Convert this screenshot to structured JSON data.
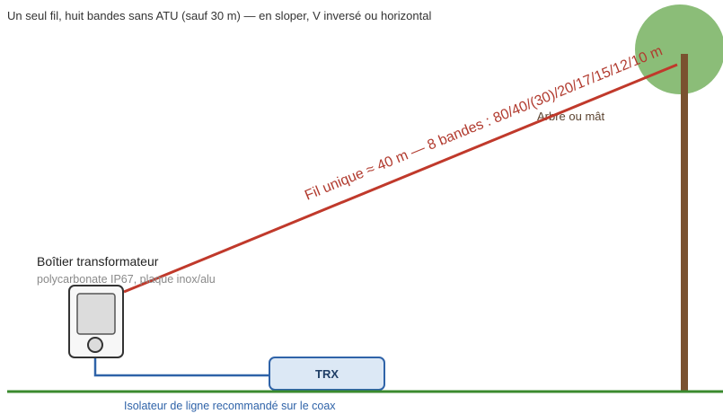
{
  "header": {
    "subtitle": "Un seul fil, huit bandes sans ATU (sauf 30 m) — en sloper, V inversé ou horizontal"
  },
  "wire": {
    "label": "Fil unique ≈ 40 m — 8 bandes : 80/40/(30)/20/17/15/12/10 m",
    "color": "#c0392b"
  },
  "support": {
    "label": "Arbre ou mât",
    "canopy_color": "#8bbd78",
    "trunk_color": "#7a5230"
  },
  "transformer": {
    "title": "Boîtier transformateur",
    "subtitle": "polycarbonate IP67, plaque inox/alu"
  },
  "trx": {
    "label": "TRX",
    "fill_color": "#dce8f5",
    "stroke_color": "#2f63a8"
  },
  "coax": {
    "color": "#2f63a8",
    "note": "Isolateur de ligne recommandé sur le coax"
  },
  "ground": {
    "color": "#3a8a2e"
  }
}
